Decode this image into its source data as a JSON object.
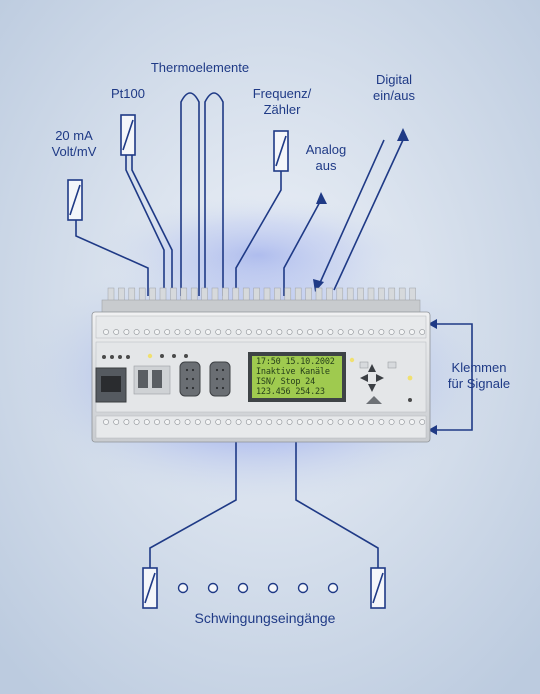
{
  "labels": {
    "thermo": "Thermoelemente",
    "pt100": "Pt100",
    "freq_1": "Frequenz/",
    "freq_2": "Zähler",
    "digital_1": "Digital",
    "digital_2": "ein/aus",
    "ma_1": "20 mA",
    "ma_2": "Volt/mV",
    "analog_1": "Analog",
    "analog_2": "aus",
    "klemmen_1": "Klemmen",
    "klemmen_2": "für Signale",
    "schwingung": "Schwingungseingänge"
  },
  "lcd": {
    "line1": "17:50 15.10.2002",
    "line2": "Inaktive Kanäle",
    "line3": "ISN/ Stop 24",
    "line4": "123.456 254.23"
  },
  "colors": {
    "line": "#1f3a86",
    "background": "#c9d6e6",
    "glow": "#7f95e8",
    "device": "#dde0e2",
    "lcd": "#9fca4f"
  }
}
